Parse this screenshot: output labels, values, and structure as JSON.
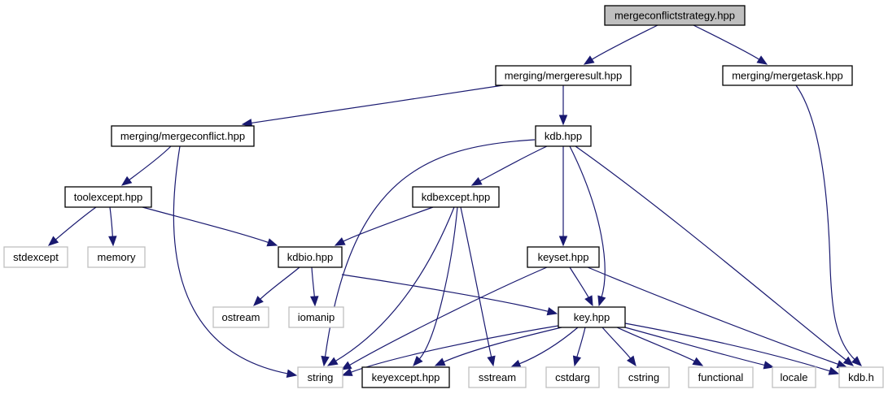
{
  "diagram": {
    "title": "mergeconflictstrategy.hpp include dependency graph",
    "colors": {
      "edge": "#191970",
      "root_fill": "#bfbfbf",
      "documented_border": "#000000",
      "external_border": "#bfbfbf"
    },
    "nodes": [
      {
        "id": "mergeconflictstrategy",
        "label": "mergeconflictstrategy.hpp",
        "kind": "root"
      },
      {
        "id": "mergeresult",
        "label": "merging/mergeresult.hpp",
        "kind": "documented"
      },
      {
        "id": "mergetask",
        "label": "merging/mergetask.hpp",
        "kind": "documented"
      },
      {
        "id": "mergeconflict",
        "label": "merging/mergeconflict.hpp",
        "kind": "documented"
      },
      {
        "id": "kdbhpp",
        "label": "kdb.hpp",
        "kind": "documented"
      },
      {
        "id": "toolexcept",
        "label": "toolexcept.hpp",
        "kind": "documented"
      },
      {
        "id": "kdbexcept",
        "label": "kdbexcept.hpp",
        "kind": "documented"
      },
      {
        "id": "stdexcept",
        "label": "stdexcept",
        "kind": "external"
      },
      {
        "id": "memory",
        "label": "memory",
        "kind": "external"
      },
      {
        "id": "kdbio",
        "label": "kdbio.hpp",
        "kind": "documented"
      },
      {
        "id": "keyset",
        "label": "keyset.hpp",
        "kind": "documented"
      },
      {
        "id": "ostream",
        "label": "ostream",
        "kind": "external"
      },
      {
        "id": "iomanip",
        "label": "iomanip",
        "kind": "external"
      },
      {
        "id": "keyhpp",
        "label": "key.hpp",
        "kind": "documented"
      },
      {
        "id": "string",
        "label": "string",
        "kind": "external"
      },
      {
        "id": "keyexcept",
        "label": "keyexcept.hpp",
        "kind": "documented"
      },
      {
        "id": "sstream",
        "label": "sstream",
        "kind": "external"
      },
      {
        "id": "cstdarg",
        "label": "cstdarg",
        "kind": "external"
      },
      {
        "id": "cstring",
        "label": "cstring",
        "kind": "external"
      },
      {
        "id": "functional",
        "label": "functional",
        "kind": "external"
      },
      {
        "id": "locale",
        "label": "locale",
        "kind": "external"
      },
      {
        "id": "kdbh",
        "label": "kdb.h",
        "kind": "external"
      }
    ],
    "edges": [
      {
        "from": "mergeconflictstrategy",
        "to": "mergeresult"
      },
      {
        "from": "mergeconflictstrategy",
        "to": "mergetask"
      },
      {
        "from": "mergeresult",
        "to": "mergeconflict"
      },
      {
        "from": "mergeresult",
        "to": "kdbhpp"
      },
      {
        "from": "mergetask",
        "to": "kdbh"
      },
      {
        "from": "mergeconflict",
        "to": "toolexcept"
      },
      {
        "from": "mergeconflict",
        "to": "string"
      },
      {
        "from": "kdbhpp",
        "to": "kdbexcept"
      },
      {
        "from": "kdbhpp",
        "to": "keyset"
      },
      {
        "from": "kdbhpp",
        "to": "keyhpp"
      },
      {
        "from": "kdbhpp",
        "to": "kdbh"
      },
      {
        "from": "kdbhpp",
        "to": "string"
      },
      {
        "from": "toolexcept",
        "to": "stdexcept"
      },
      {
        "from": "toolexcept",
        "to": "memory"
      },
      {
        "from": "toolexcept",
        "to": "kdbio"
      },
      {
        "from": "kdbexcept",
        "to": "kdbio"
      },
      {
        "from": "kdbexcept",
        "to": "string"
      },
      {
        "from": "kdbexcept",
        "to": "keyexcept"
      },
      {
        "from": "kdbexcept",
        "to": "sstream"
      },
      {
        "from": "kdbio",
        "to": "ostream"
      },
      {
        "from": "kdbio",
        "to": "iomanip"
      },
      {
        "from": "kdbio",
        "to": "keyhpp"
      },
      {
        "from": "keyset",
        "to": "keyhpp"
      },
      {
        "from": "keyset",
        "to": "string"
      },
      {
        "from": "keyset",
        "to": "kdbh"
      },
      {
        "from": "keyhpp",
        "to": "string"
      },
      {
        "from": "keyhpp",
        "to": "keyexcept"
      },
      {
        "from": "keyhpp",
        "to": "sstream"
      },
      {
        "from": "keyhpp",
        "to": "cstdarg"
      },
      {
        "from": "keyhpp",
        "to": "cstring"
      },
      {
        "from": "keyhpp",
        "to": "functional"
      },
      {
        "from": "keyhpp",
        "to": "locale"
      },
      {
        "from": "keyhpp",
        "to": "kdbh"
      }
    ]
  }
}
